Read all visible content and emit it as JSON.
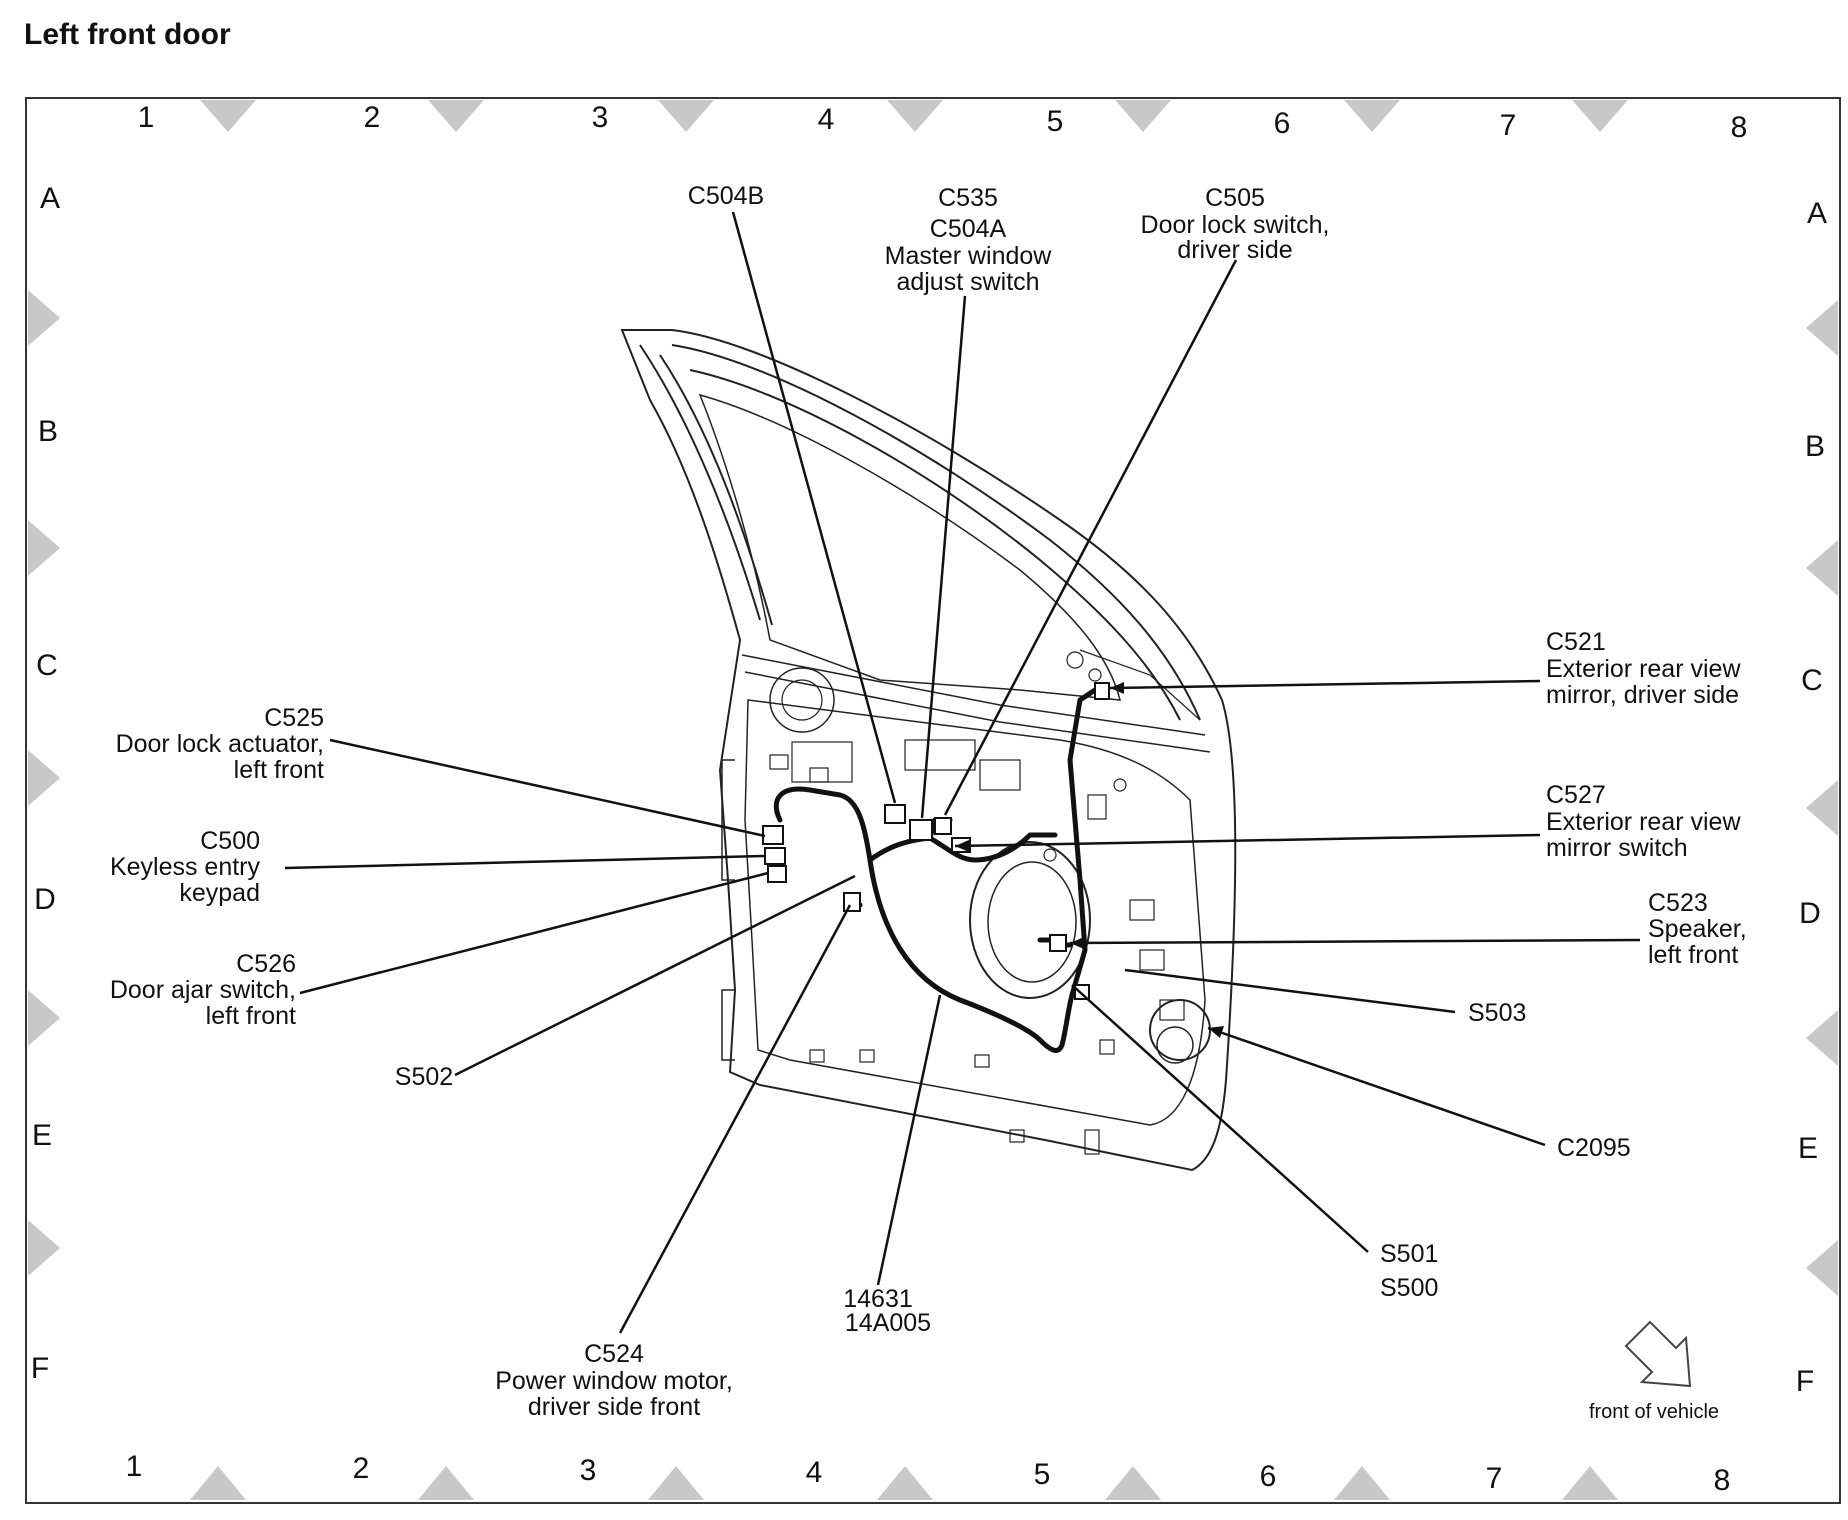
{
  "title": "Left front door",
  "grid": {
    "columns": [
      "1",
      "2",
      "3",
      "4",
      "5",
      "6",
      "7",
      "8"
    ],
    "rows": [
      "A",
      "B",
      "C",
      "D",
      "E",
      "F"
    ]
  },
  "callouts": {
    "c504b": [
      "C504B"
    ],
    "c535": [
      "C535",
      "C504A",
      "Master window",
      "adjust switch"
    ],
    "c505": [
      "C505",
      "Door lock switch,",
      "driver side"
    ],
    "c521": [
      "C521",
      "Exterior rear view",
      "mirror, driver side"
    ],
    "c525": [
      "C525",
      "Door lock actuator,",
      "left front"
    ],
    "c500": [
      "C500",
      "Keyless entry",
      "keypad"
    ],
    "c527": [
      "C527",
      "Exterior rear view",
      "mirror switch"
    ],
    "c523": [
      "C523",
      "Speaker,",
      "left front"
    ],
    "c526": [
      "C526",
      "Door ajar switch,",
      "left front"
    ],
    "s503": [
      "S503"
    ],
    "s502": [
      "S502"
    ],
    "c2095": [
      "C2095"
    ],
    "s501": [
      "S501"
    ],
    "s500": [
      "S500"
    ],
    "harness": [
      "14631",
      "14A005"
    ],
    "c524": [
      "C524",
      "Power window motor,",
      "driver side front"
    ]
  },
  "orientation": {
    "label": "front of vehicle",
    "icon": "arrow-icon"
  },
  "colors": {
    "ink": "#111111",
    "frame": "#333333",
    "marker": "#c8c8c8"
  }
}
